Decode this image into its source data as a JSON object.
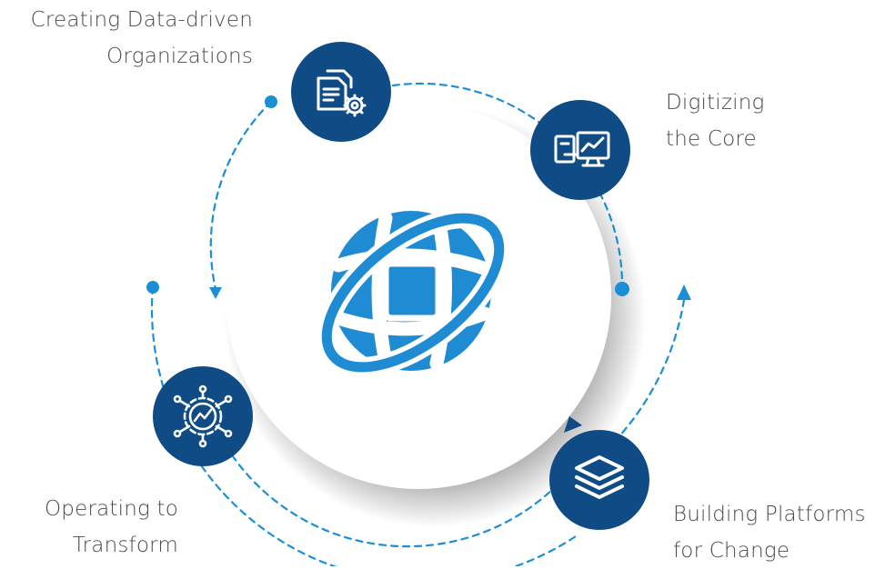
{
  "diagram": {
    "type": "cycle",
    "colors": {
      "node": "#0f4c86",
      "dashes": "#1a8fd6",
      "globe": "#1e8bd3",
      "text": "#4a4a4a"
    },
    "center_icon": "globe-logo",
    "stages": [
      {
        "id": "data-driven",
        "label_lines": [
          "Creating Data-driven",
          "Organizations"
        ],
        "icon": "document-gear-icon"
      },
      {
        "id": "digitizing",
        "label_lines": [
          "Digitizing",
          "the Core"
        ],
        "icon": "monitor-workflow-icon"
      },
      {
        "id": "platforms",
        "label_lines": [
          "Building Platforms",
          "for Change"
        ],
        "icon": "layers-icon"
      },
      {
        "id": "operating",
        "label_lines": [
          "Operating to",
          "Transform"
        ],
        "icon": "gear-chart-icon"
      }
    ]
  }
}
